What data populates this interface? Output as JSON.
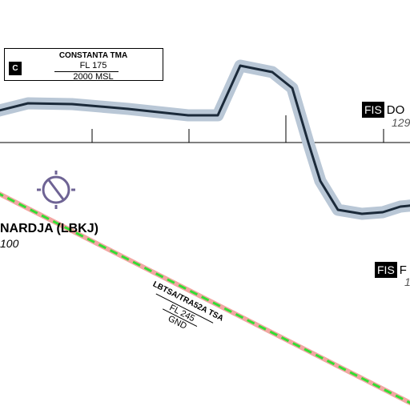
{
  "map": {
    "colors": {
      "tma_boundary_halo": "#b9c7d6",
      "tma_boundary_line": "#1b2a3a",
      "tsa_boundary_fill": "#f2a7a3",
      "tsa_boundary_dash": "#33dd33",
      "airport_symbol": "#6e6394",
      "fis_badge": "#000000",
      "frequency_text": "#555555"
    },
    "tma": {
      "badge": "C",
      "name": "CONSTANTA TMA",
      "upper_limit": "FL 175",
      "lower_limit": "2000 MSL"
    },
    "fis_labels": [
      {
        "badge": "FIS",
        "name": "DO",
        "frequency": "129"
      },
      {
        "badge": "FIS",
        "name": "F",
        "frequency": "1"
      }
    ],
    "airport": {
      "name": "NARDJA (LBKJ)",
      "elevation": "100",
      "icon": "airport-circle-icon"
    },
    "tsa": {
      "name": "LBTSA/TRA52A TSA",
      "upper_limit": "FL 245",
      "lower_limit": "GND"
    }
  }
}
